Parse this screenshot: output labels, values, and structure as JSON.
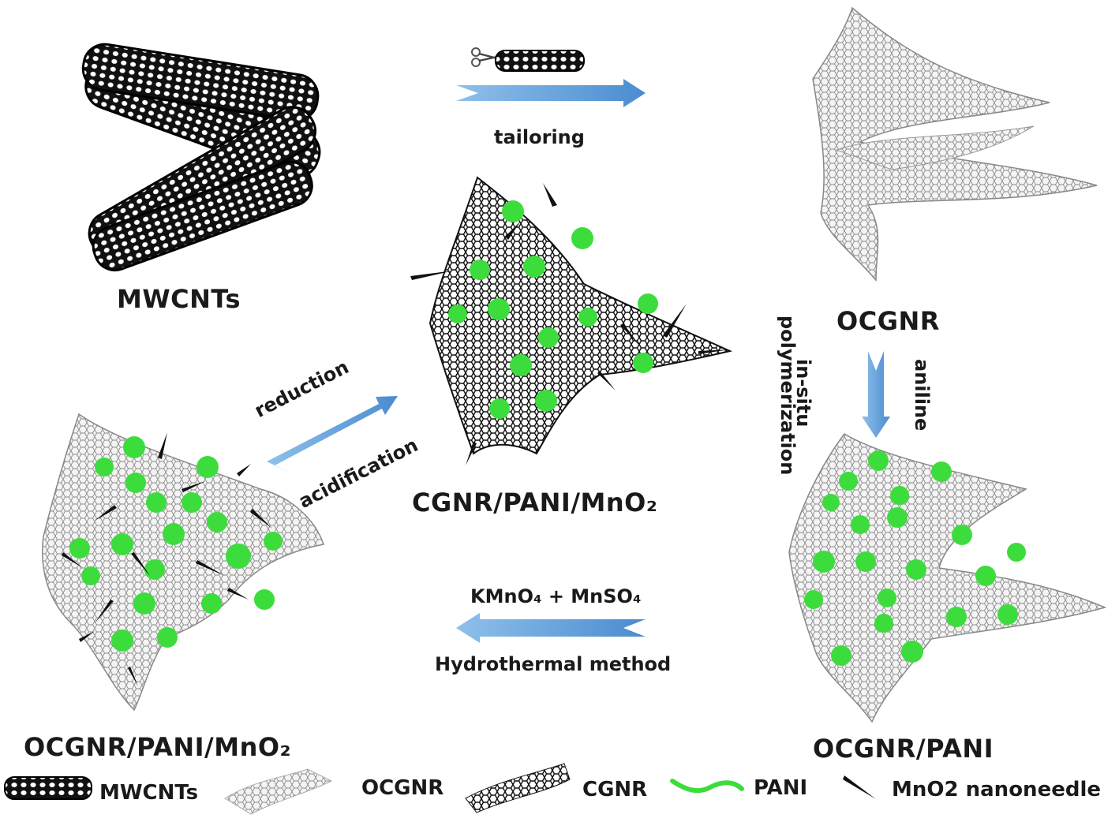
{
  "nodes": {
    "mwcnts": "MWCNTs",
    "ocgnr": "OCGNR",
    "cgnr_pani_mno2": "CGNR/PANI/MnO₂",
    "ocgnr_pani_mno2": "OCGNR/PANI/MnO₂",
    "ocgnr_pani": "OCGNR/PANI"
  },
  "steps": {
    "tailoring": "tailoring",
    "reduction": "reduction",
    "acidification": "acidification",
    "in_situ": "in-situ",
    "polymerization": "polymerization",
    "aniline": "aniline",
    "reagents": "KMnO₄ + MnSO₄",
    "hydrothermal": "Hydrothermal method"
  },
  "legend": {
    "mwcnts": "MWCNTs",
    "ocgnr": "OCGNR",
    "cgnr": "CGNR",
    "pani": "PANI",
    "mno2": "MnO2 nanoneedle"
  },
  "colors": {
    "arrow": "#5b9bd5",
    "pani_green": "#3ddc3d",
    "tube_black": "#1a1a1a",
    "ocgnr_gray": "#9a9a9a"
  }
}
